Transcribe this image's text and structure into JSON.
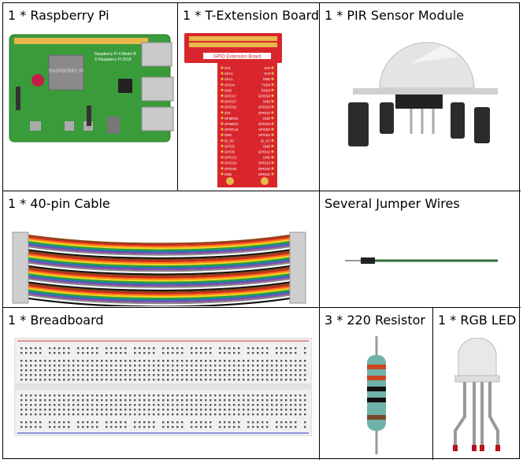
{
  "cells": [
    {
      "label": "1 * Raspberry Pi"
    },
    {
      "label": "1 * T-Extension Board"
    },
    {
      "label": "1 * PIR Sensor Module"
    },
    {
      "label": "1 * 40-pin Cable"
    },
    {
      "label": "Several Jumper Wires"
    },
    {
      "label": "1 * Breadboard"
    },
    {
      "label": "3 * 220 Resistor"
    },
    {
      "label": "1 * RGB LED"
    }
  ],
  "board_text": {
    "gpio_banner": "GPIO Extension Board",
    "pi_logo_text": "RASPBERRY PI",
    "pi_model_text": "Raspberry Pi 4 Model B",
    "pi_copyright": "© Raspberry Pi 2018",
    "pins_left": [
      "3V3",
      "SDA1",
      "SCL1",
      "GPIO4",
      "GND",
      "GPIO17",
      "GPIO27",
      "GPIO22",
      "3V3",
      "SPIMOSI",
      "SPIMISO",
      "SPISCLK",
      "GND",
      "ID_SD",
      "GPIO5",
      "GPIO6",
      "GPIO13",
      "GPIO19",
      "GPIO26",
      "GND"
    ],
    "pins_right": [
      "5V0",
      "5V0",
      "GND",
      "TXD0",
      "RXD0",
      "GPIO18",
      "GND",
      "GPIO23",
      "GPIO24",
      "GND",
      "GPIO25",
      "SPICE0",
      "SPICE1",
      "ID_SC",
      "GND",
      "GPIO12",
      "GND",
      "GPIO16",
      "GPIO20",
      "GPIO21"
    ]
  },
  "colors": {
    "pi_green": "#3a9b3a",
    "tboard_red": "#d8262c",
    "pin_gold": "#e8b84a",
    "wire_green": "#2f6f3a"
  }
}
